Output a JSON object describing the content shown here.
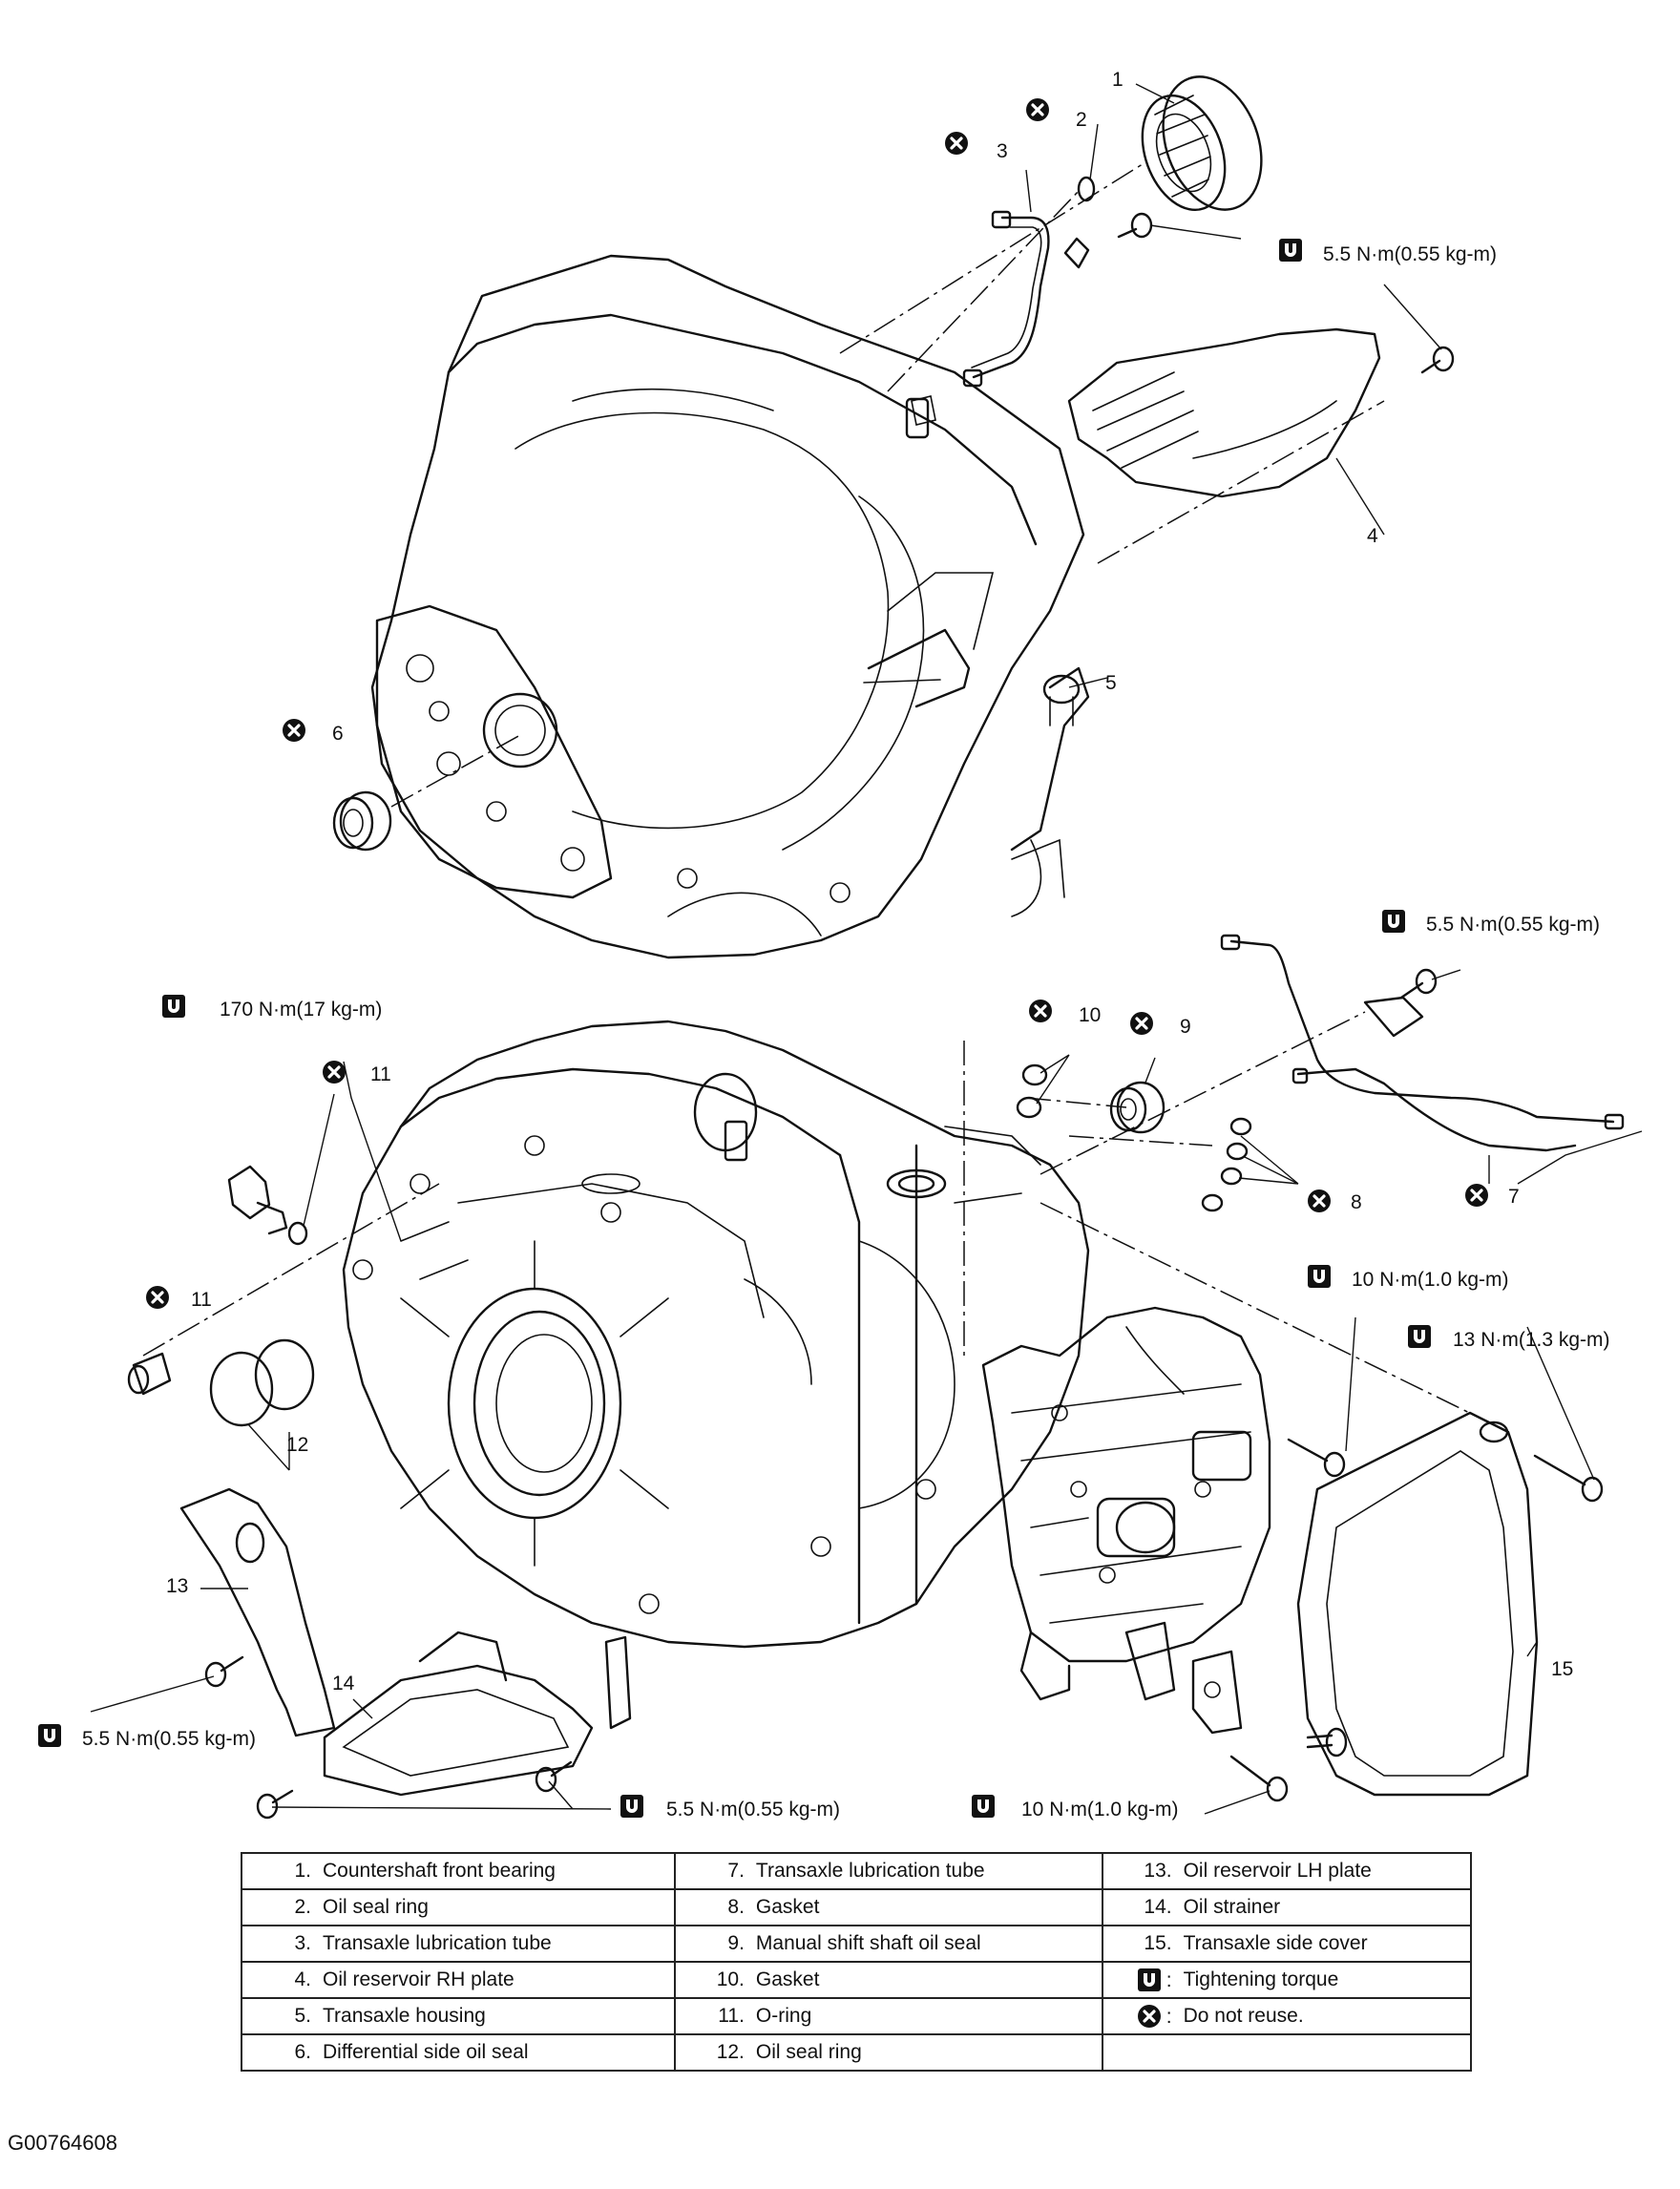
{
  "callouts": {
    "p1": "1",
    "p2": "2",
    "p3": "3",
    "p4": "4",
    "p5": "5",
    "p6": "6",
    "p7": "7",
    "p8": "8",
    "p9": "9",
    "p10": "10",
    "p11a": "11",
    "p11b": "11",
    "p12": "12",
    "p13": "13",
    "p14": "14",
    "p15": "15"
  },
  "torques": {
    "t_top": "5.5 N·m(0.55 kg-m)",
    "t_tube": "5.5 N·m(0.55 kg-m)",
    "t_plug": "170 N·m(17 kg-m)",
    "t_valve": "10 N·m(1.0 kg-m)",
    "t_cover": "13 N·m(1.3  kg-m)",
    "t_lhplate": "5.5 N·m(0.55 kg-m)",
    "t_strainer": "5.5 N·m(0.55 kg-m)",
    "t_bottom": "10 N·m(1.0 kg-m)"
  },
  "legend": {
    "rows": [
      [
        {
          "n": "1.",
          "t": "Countershaft front bearing"
        },
        {
          "n": "7.",
          "t": "Transaxle lubrication tube"
        },
        {
          "n": "13.",
          "t": "Oil reservoir LH plate"
        }
      ],
      [
        {
          "n": "2.",
          "t": "Oil seal ring"
        },
        {
          "n": "8.",
          "t": "Gasket"
        },
        {
          "n": "14.",
          "t": "Oil strainer"
        }
      ],
      [
        {
          "n": "3.",
          "t": "Transaxle lubrication tube"
        },
        {
          "n": "9.",
          "t": "Manual shift shaft oil seal"
        },
        {
          "n": "15.",
          "t": "Transaxle side cover"
        }
      ],
      [
        {
          "n": "4.",
          "t": "Oil reservoir RH plate"
        },
        {
          "n": "10.",
          "t": "Gasket"
        },
        {
          "n": ":",
          "t": "Tightening torque",
          "icon": "torque"
        }
      ],
      [
        {
          "n": "5.",
          "t": "Transaxle housing"
        },
        {
          "n": "11.",
          "t": "O-ring"
        },
        {
          "n": ":",
          "t": "Do not reuse.",
          "icon": "noreuse"
        }
      ],
      [
        {
          "n": "6.",
          "t": "Differential side oil seal"
        },
        {
          "n": "12.",
          "t": "Oil seal ring"
        },
        {
          "n": "",
          "t": ""
        }
      ]
    ]
  },
  "figure_id": "G00764608"
}
